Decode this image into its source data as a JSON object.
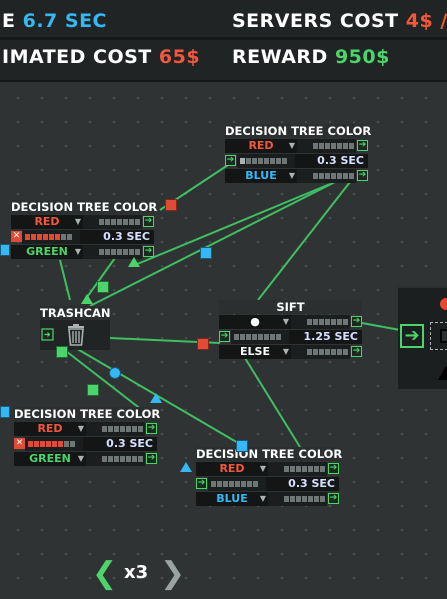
{
  "hud": {
    "time_label": "E",
    "time_value": "6.7 SEC",
    "servers_label": "SERVERS COST",
    "servers_value": "4$",
    "servers_extra": "/",
    "estimated_label": "IMATED COST",
    "estimated_value": "65$",
    "reward_label": "REWARD",
    "reward_value": "950$"
  },
  "nodes": {
    "dt_top": {
      "title": "DECISION TREE COLOR",
      "row1": "RED",
      "time": "0.3 SEC",
      "row3": "BLUE"
    },
    "dt_left": {
      "title": "DECISION TREE COLOR",
      "row1": "RED",
      "time": "0.3 SEC",
      "row3": "GREEN"
    },
    "dt_bottom_left": {
      "title": "DECISION TREE COLOR",
      "row1": "RED",
      "time": "0.3 SEC",
      "row3": "GREEN"
    },
    "dt_bottom_right": {
      "title": "DECISION TREE COLOR",
      "row1": "RED",
      "time": "0.3 SEC",
      "row3": "BLUE"
    },
    "sift": {
      "title": "SIFT",
      "row1_symbol": "●",
      "time": "1.25 SEC",
      "row3": "ELSE"
    },
    "trashcan": {
      "title": "TRASHCAN"
    }
  },
  "speed": {
    "label": "x3"
  },
  "colors": {
    "red": "#e14a34",
    "green": "#4cd46a",
    "blue": "#36b8f5",
    "background": "#2f3333",
    "hud_bg": "#202424"
  },
  "icons": {
    "trash": "trash-icon",
    "arrow_port": "arrow-right-icon",
    "x_port": "close-icon",
    "speed_down": "chevron-left-icon",
    "speed_up": "chevron-right-icon"
  }
}
